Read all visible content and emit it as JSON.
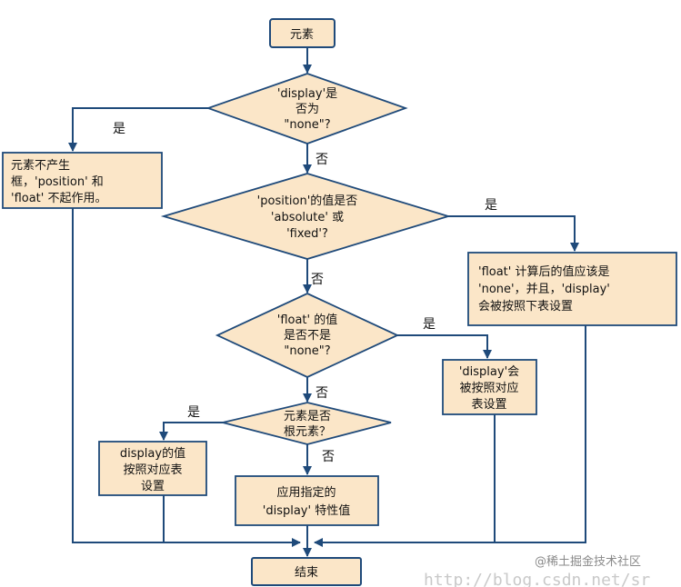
{
  "nodes": {
    "start": {
      "label": "元素"
    },
    "q_display": {
      "lines": [
        "'display'是",
        "否为",
        "\"none\"?"
      ]
    },
    "no_box": {
      "lines": [
        "元素不产生",
        "框，'position' 和",
        "'float' 不起作用。"
      ]
    },
    "q_position": {
      "lines": [
        "'position'的值是否",
        "'absolute' 或",
        "'fixed'?"
      ]
    },
    "abs_box": {
      "lines": [
        "'float' 计算后的值应该是",
        "'none'，并且，'display'",
        "会被按照下表设置"
      ]
    },
    "q_float": {
      "lines": [
        "'float' 的值",
        "是否不是",
        "\"none\"?"
      ]
    },
    "float_box": {
      "lines": [
        "'display'会",
        "被按照对应",
        "表设置"
      ]
    },
    "q_root": {
      "lines": [
        "元素是否",
        "根元素？"
      ]
    },
    "root_box": {
      "lines": [
        "display的值",
        "按照对应表",
        "设置"
      ]
    },
    "apply_box": {
      "lines": [
        "应用指定的",
        "'display' 特性值"
      ]
    },
    "end": {
      "label": "结束"
    }
  },
  "edge_labels": {
    "yes": "是",
    "no": "否"
  },
  "watermark": {
    "url": "http://blog.csdn.net/sr",
    "site": "@稀土掘金技术社区"
  },
  "colors": {
    "fill": "#fbe6c8",
    "stroke": "#1f4a7a"
  }
}
